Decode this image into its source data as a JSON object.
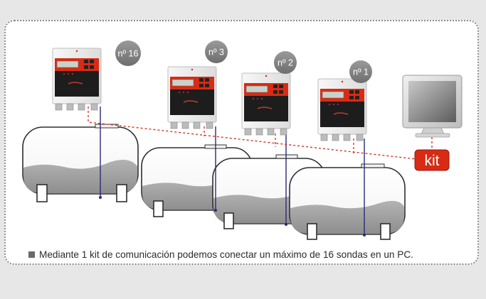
{
  "badges": {
    "controller_16": "nº 16",
    "controller_3": "nº 3",
    "controller_2": "nº 2",
    "controller_1": "nº 1"
  },
  "kit_label": "kit",
  "caption": "Mediante 1 kit de comunicación podemos conectar un máximo de 16 sondas en un PC.",
  "colors": {
    "accent_red": "#d92b14",
    "badge_gray": "#8b8b8b",
    "liquid_gray": "#a9a9a9",
    "probe_blue": "#2a2a7a",
    "dashed_red": "#d42a1a"
  }
}
